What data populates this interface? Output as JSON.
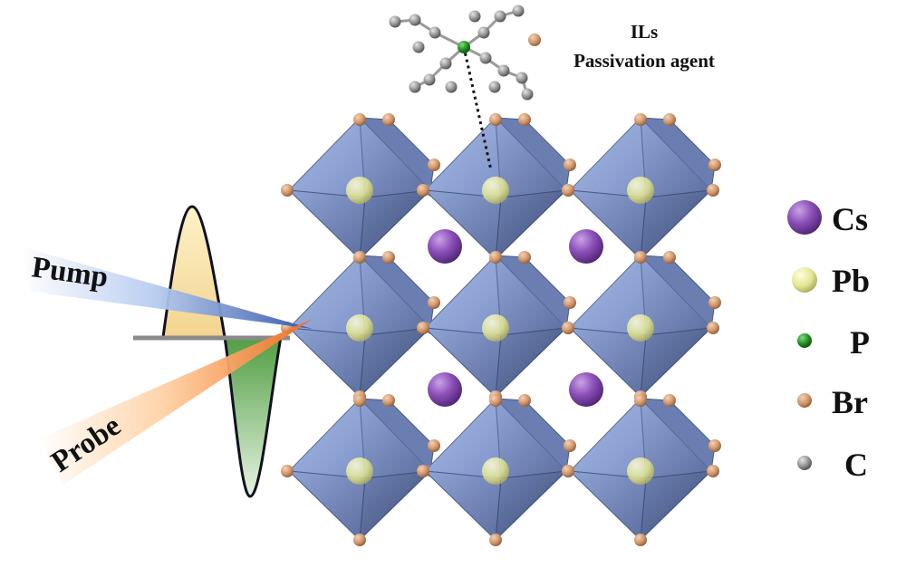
{
  "annotation": {
    "line1": "ILs",
    "line2": "Passivation agent"
  },
  "beams": {
    "pump": "Pump",
    "probe": "Probe"
  },
  "legend": [
    {
      "label": "Cs",
      "color": "#8a4fb8"
    },
    {
      "label": "Pb",
      "color": "#eef0a0"
    },
    {
      "label": "P",
      "color": "#1f8a1f"
    },
    {
      "label": "Br",
      "color": "#d39a6e"
    },
    {
      "label": "C",
      "color": "#8f8f8f"
    }
  ],
  "colors": {
    "octahedron": "#7c8fc4",
    "cs_atom": "#8a4fb8",
    "pb_atom": "#eef0a0",
    "br_atom": "#d39a6e",
    "pulse_top": "#f7dfa0",
    "pulse_bottom": "#5fa84f"
  }
}
